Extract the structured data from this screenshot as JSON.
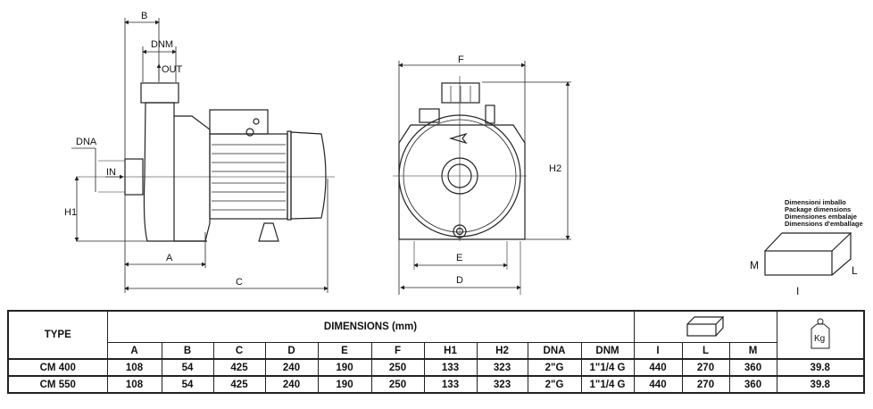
{
  "drawing": {
    "side_view": {
      "labels": {
        "B": "B",
        "DNM": "DNM",
        "OUT": "OUT",
        "DNA": "DNA",
        "IN": "IN",
        "H1": "H1",
        "A": "A",
        "C": "C"
      }
    },
    "front_view": {
      "labels": {
        "F": "F",
        "H2": "H2",
        "E": "E",
        "D": "D"
      }
    },
    "package": {
      "caption": [
        "Dimensioni imballo",
        "Package dimensions",
        "Dimensiones embalaje",
        "Dimensions d'emballage"
      ],
      "labels": {
        "M": "M",
        "L": "L",
        "I": "I"
      }
    }
  },
  "table": {
    "type_header": "TYPE",
    "dimensions_header": "DIMENSIONS (mm)",
    "package_icon": "package-box-icon",
    "weight_icon": "weight-kg-icon",
    "weight_icon_label": "Kg",
    "columns": [
      "A",
      "B",
      "C",
      "D",
      "E",
      "F",
      "H1",
      "H2",
      "DNA",
      "DNM",
      "I",
      "L",
      "M"
    ],
    "rows": [
      {
        "type": "CM 400",
        "values": [
          "108",
          "54",
          "425",
          "240",
          "190",
          "250",
          "133",
          "323",
          "2\"G",
          "1\"1/4 G",
          "440",
          "270",
          "360"
        ],
        "weight": "39.8"
      },
      {
        "type": "CM 550",
        "values": [
          "108",
          "54",
          "425",
          "240",
          "190",
          "250",
          "133",
          "323",
          "2\"G",
          "1\"1/4 G",
          "440",
          "270",
          "360"
        ],
        "weight": "39.8"
      }
    ]
  }
}
